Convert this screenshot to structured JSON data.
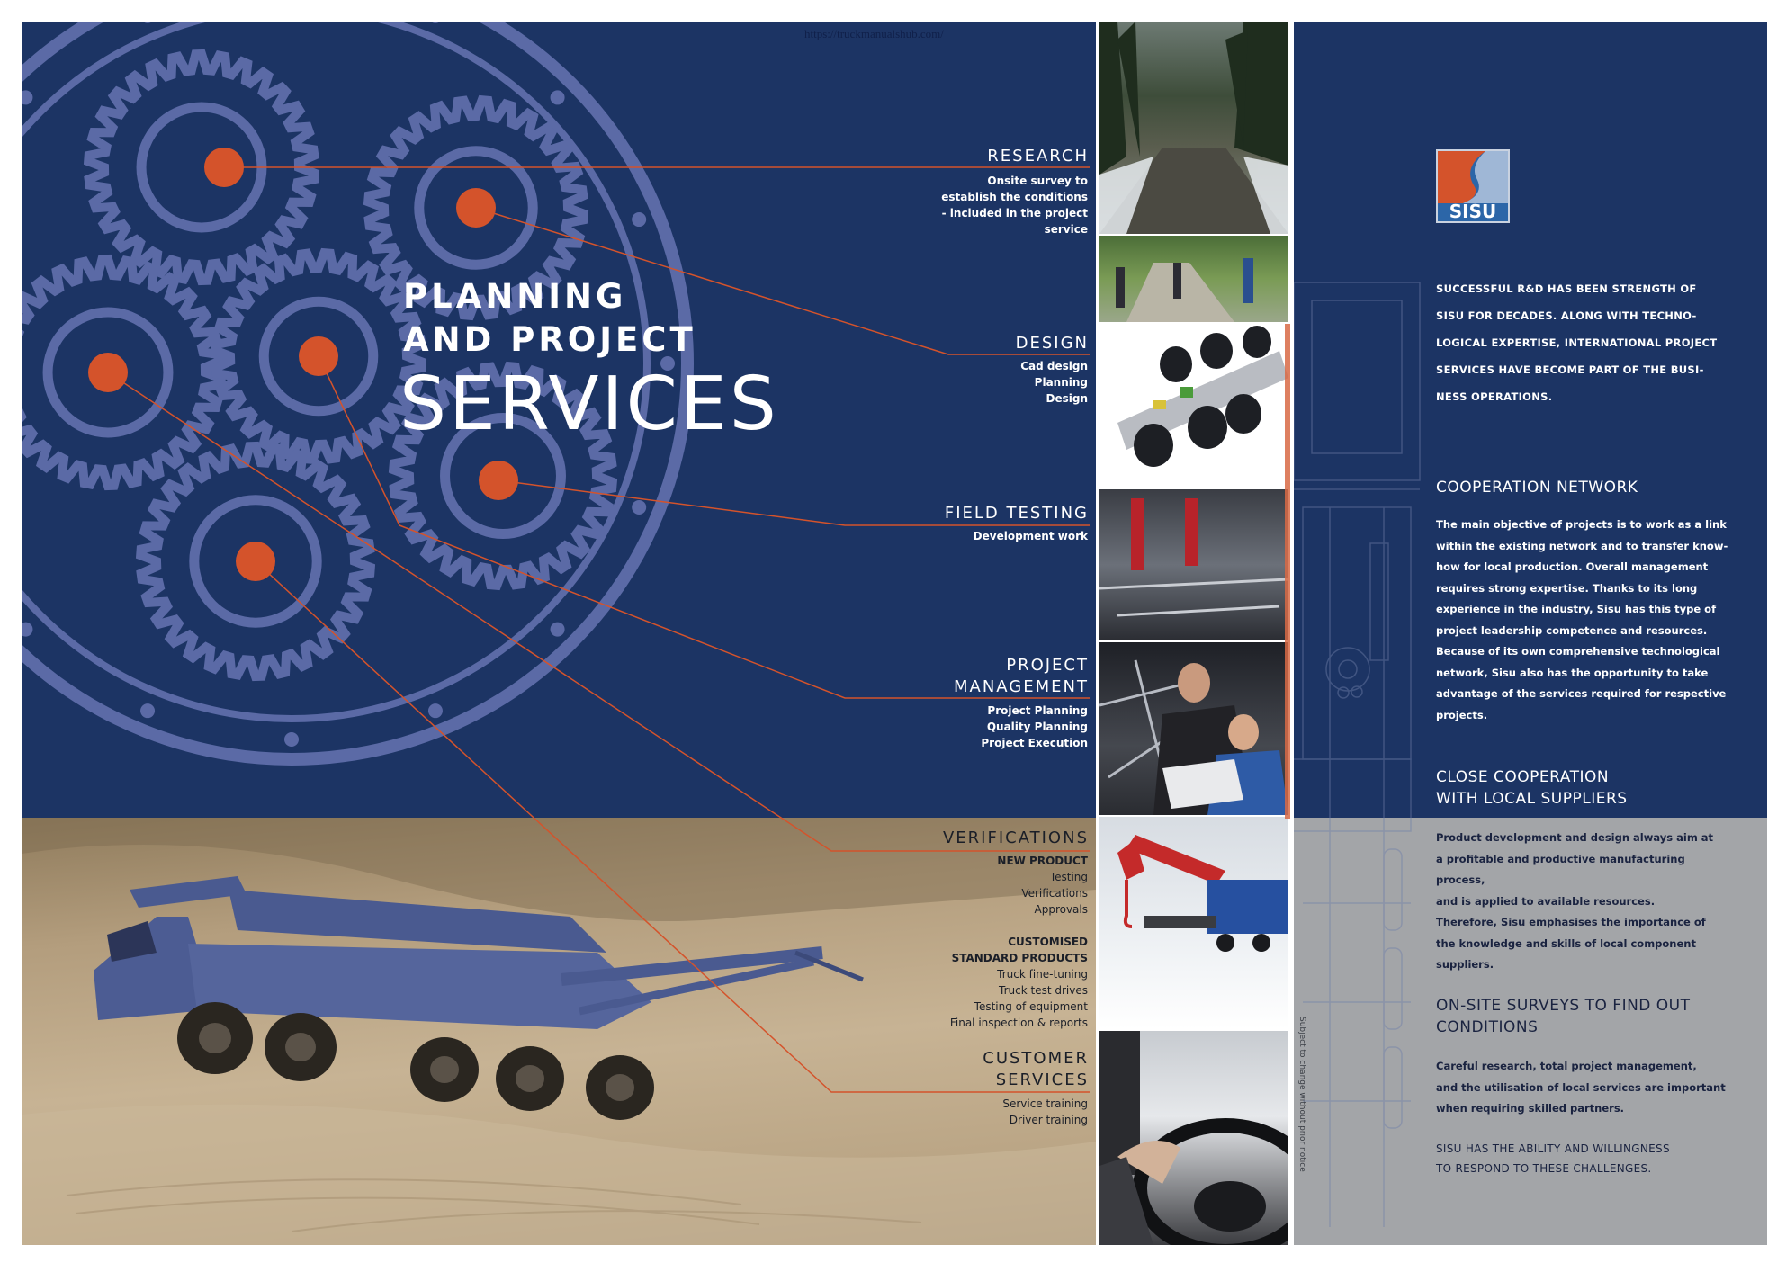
{
  "header": {
    "url": "https://truckmanualshub.com/"
  },
  "title": {
    "line1": "PLANNING",
    "line2": "AND PROJECT",
    "line3": "SERVICES"
  },
  "services": [
    {
      "heading": "RESEARCH",
      "desc": [
        "Onsite survey to",
        "establish the conditions",
        "- included in the project",
        "service"
      ]
    },
    {
      "heading": "DESIGN",
      "desc": [
        "Cad design",
        "Planning",
        "Design"
      ]
    },
    {
      "heading": "FIELD TESTING",
      "desc": [
        "Development work"
      ]
    },
    {
      "heading_lines": [
        "PROJECT",
        "MANAGEMENT"
      ],
      "desc": [
        "Project Planning",
        "Quality Planning",
        "Project Execution"
      ]
    },
    {
      "heading": "VERIFICATIONS",
      "group1_title": "NEW PRODUCT",
      "group1": [
        "Testing",
        "Verifications",
        "Approvals"
      ],
      "group2_title": [
        "CUSTOMISED",
        "STANDARD PRODUCTS"
      ],
      "group2": [
        "Truck fine-tuning",
        "Truck test drives",
        "Testing of equipment",
        "Final inspection & reports"
      ]
    },
    {
      "heading_lines": [
        "CUSTOMER",
        "SERVICES"
      ],
      "desc": [
        "Service training",
        "Driver training"
      ]
    }
  ],
  "logo": {
    "text": "SISU"
  },
  "intro": [
    "SUCCESSFUL R&D HAS BEEN STRENGTH OF",
    "SISU FOR DECADES. ALONG WITH TECHNO-",
    "LOGICAL EXPERTISE, INTERNATIONAL PROJECT",
    "SERVICES HAVE BECOME PART OF THE BUSI-",
    "NESS OPERATIONS."
  ],
  "sections": [
    {
      "heading": [
        "COOPERATION NETWORK"
      ],
      "body": [
        "The main objective of projects is to work as a link",
        "within the existing network and to transfer know-",
        "how for local production. Overall management",
        "requires strong expertise. Thanks to its long",
        "experience in the industry, Sisu has this type of",
        "project leadership competence and resources.",
        "Because of its own comprehensive technological",
        "network, Sisu also has the opportunity to take",
        "advantage of the services required for respective",
        "projects."
      ]
    },
    {
      "heading": [
        "CLOSE COOPERATION",
        "WITH LOCAL SUPPLIERS"
      ],
      "body": [
        "Product development and design always aim at",
        "a profitable and productive manufacturing process,",
        "and is applied to available resources.",
        "Therefore, Sisu emphasises the importance of",
        "the knowledge and skills of local component",
        "suppliers."
      ]
    },
    {
      "heading": [
        "ON-SITE SURVEYS TO FIND OUT",
        "CONDITIONS"
      ],
      "body": [
        "Careful research, total project management,",
        "and the utilisation of local services are important",
        "when requiring skilled partners."
      ]
    }
  ],
  "closing": [
    "SISU HAS THE ABILITY AND WILLINGNESS",
    "TO RESPOND TO THESE CHALLENGES."
  ],
  "side_note": "Subject to change without prior notice",
  "colors": {
    "navy": "#1c3464",
    "orange": "#d4532b",
    "gear": "#5b6aa6",
    "grey": "#a3a5a8"
  }
}
